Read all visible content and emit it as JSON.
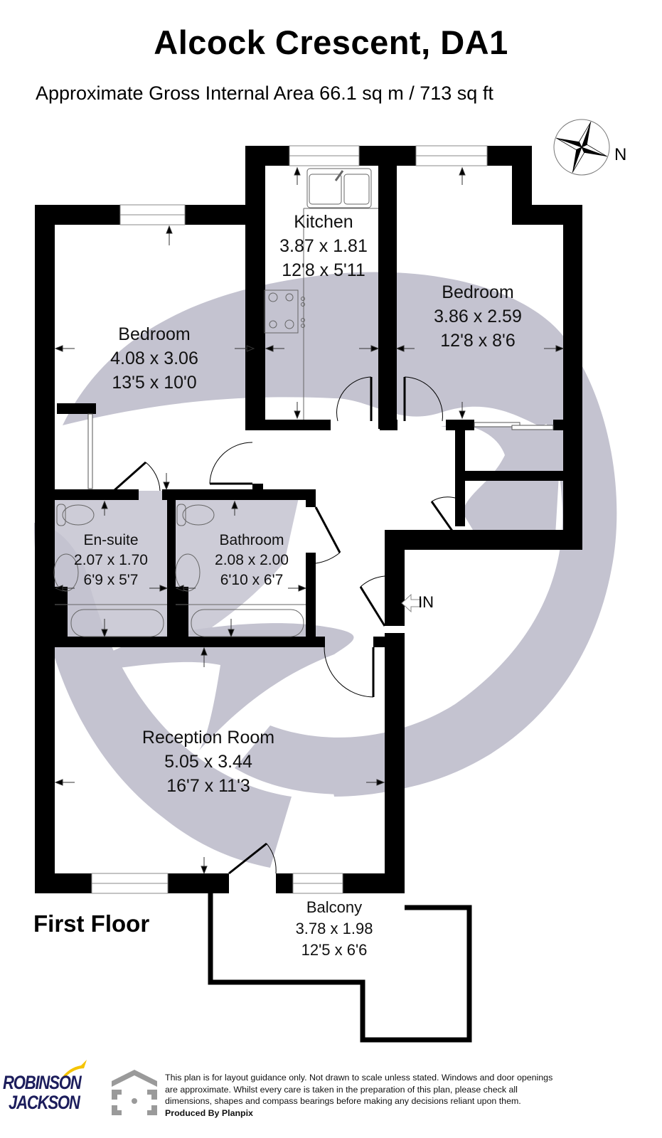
{
  "header": {
    "title": "Alcock Crescent, DA1",
    "area": "Approximate Gross Internal Area 66.1 sq m / 713 sq ft"
  },
  "compass": {
    "icon": "compass-rose-icon",
    "label": "N"
  },
  "floor": {
    "label": "First Floor"
  },
  "entrance": {
    "icon": "hollow-arrow-left-icon",
    "label": "IN"
  },
  "rooms": [
    {
      "id": "kitchen",
      "name": "Kitchen",
      "metric": "3.87 x 1.81",
      "imperial": "12'8 x 5'11"
    },
    {
      "id": "bedroom-2",
      "name": "Bedroom",
      "metric": "3.86 x 2.59",
      "imperial": "12'8 x 8'6"
    },
    {
      "id": "bedroom-1",
      "name": "Bedroom",
      "metric": "4.08 x 3.06",
      "imperial": "13'5 x 10'0"
    },
    {
      "id": "en-suite",
      "name": "En-suite",
      "metric": "2.07 x 1.70",
      "imperial": "6'9 x 5'7"
    },
    {
      "id": "bathroom",
      "name": "Bathroom",
      "metric": "2.08 x 2.00",
      "imperial": "6'10 x 6'7"
    },
    {
      "id": "reception",
      "name": "Reception Room",
      "metric": "5.05 x 3.44",
      "imperial": "16'7 x 11'3"
    },
    {
      "id": "balcony",
      "name": "Balcony",
      "metric": "3.78 x 1.98",
      "imperial": "12'5 x 6'6"
    }
  ],
  "footer": {
    "agent_logo": {
      "line1": "ROBINSON",
      "line2": "JACKSON",
      "accent_color": "#f5c400",
      "text_color": "#1c1d5c"
    },
    "producer_icon": "planpix-house-icon",
    "disclaimer_lines": [
      "This plan is for layout guidance only. Not drawn to scale unless stated. Windows and door openings",
      "are approximate. Whilst every care is taken in the preparation of this plan, please check all",
      "dimensions, shapes and compass bearings before making any decisions reliant upon them."
    ],
    "produced_by": "Produced By Planpix"
  },
  "colors": {
    "wall": "#000000",
    "watermark": "#c4c3d0",
    "fixture_line": "#555555",
    "background": "#ffffff"
  }
}
